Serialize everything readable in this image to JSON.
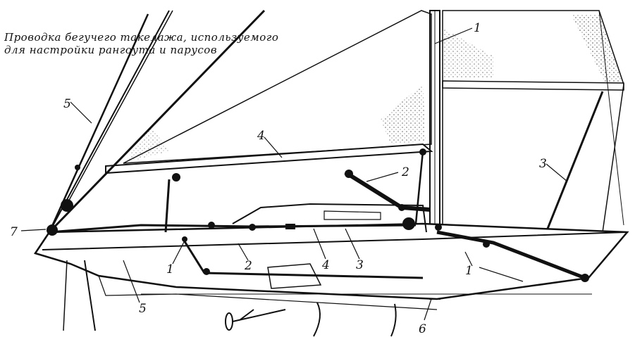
{
  "caption": {
    "line1": "Проводка бегучего такелажа, используемого",
    "line2": "для настройки рангоута и парусов"
  },
  "labels": {
    "l1a": "1",
    "l1b": "1",
    "l1c": "1",
    "l2a": "2",
    "l2b": "2",
    "l3a": "3",
    "l3b": "3",
    "l4a": "4",
    "l4b": "4",
    "l5a": "5",
    "l5b": "5",
    "l6": "6",
    "l7": "7"
  }
}
